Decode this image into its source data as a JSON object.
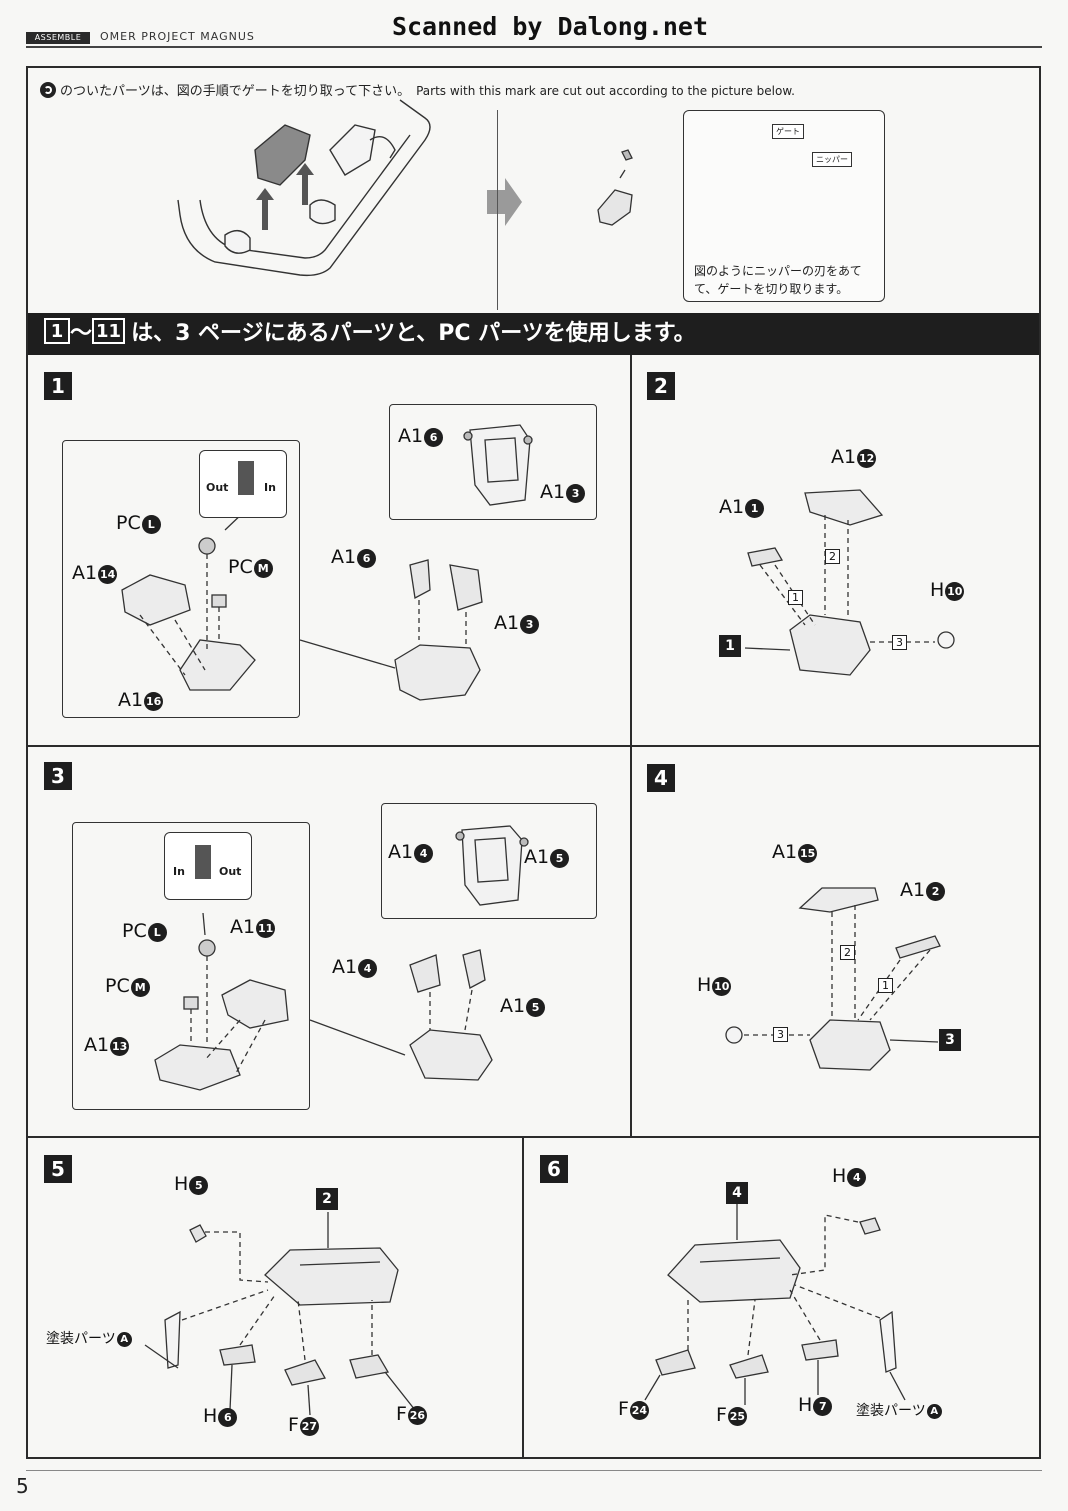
{
  "header": {
    "tag": "ASSEMBLE",
    "title": "OMER PROJECT MAGNUS",
    "scan": "Scanned by Dalong.net"
  },
  "intro": {
    "text_jp": "のついたパーツは、図の手順でゲートを切り取って下さい。",
    "text_en": "Parts with this mark are cut out according to the picture below.",
    "tip_label_gate": "ゲート",
    "tip_label_nipper": "ニッパー",
    "tip_text": "図のようにニッパーの刃をあてて、ゲートを切り取ります。"
  },
  "banner": {
    "from": "1",
    "tilde": "〜",
    "to": "11",
    "text": "は、3 ページにあるパーツと、PC パーツを使用します。"
  },
  "steps": [
    {
      "num": "1",
      "labels": {
        "pc_l": "PC",
        "pc_l_c": "L",
        "pc_m": "PC",
        "pc_m_c": "M",
        "a14": "A1",
        "a14_c": "14",
        "a16": "A1",
        "a16_c": "16",
        "a6": "A1",
        "a6_c": "6",
        "a3": "A1",
        "a3_c": "3",
        "a6b": "A1",
        "a6b_c": "6",
        "a3b": "A1",
        "a3b_c": "3",
        "out": "Out",
        "in": "In"
      }
    },
    {
      "num": "2",
      "labels": {
        "a12": "A1",
        "a12_c": "12",
        "a1": "A1",
        "a1_c": "1",
        "h10": "H",
        "h10_c": "10",
        "ref": "1",
        "s1": "1",
        "s2": "2",
        "s3": "3"
      }
    },
    {
      "num": "3",
      "labels": {
        "in": "In",
        "out": "Out",
        "pc_l": "PC",
        "pc_l_c": "L",
        "pc_m": "PC",
        "pc_m_c": "M",
        "a11": "A1",
        "a11_c": "11",
        "a13": "A1",
        "a13_c": "13",
        "a4": "A1",
        "a4_c": "4",
        "a5": "A1",
        "a5_c": "5",
        "a4b": "A1",
        "a4b_c": "4",
        "a5b": "A1",
        "a5b_c": "5"
      }
    },
    {
      "num": "4",
      "labels": {
        "a15": "A1",
        "a15_c": "15",
        "a2": "A1",
        "a2_c": "2",
        "h10": "H",
        "h10_c": "10",
        "ref": "3",
        "s1": "1",
        "s2": "2",
        "s3": "3"
      }
    },
    {
      "num": "5",
      "labels": {
        "h5": "H",
        "h5_c": "5",
        "paint": "塗装パーツ",
        "paint_c": "A",
        "h6": "H",
        "h6_c": "6",
        "f27": "F",
        "f27_c": "27",
        "f26": "F",
        "f26_c": "26",
        "ref": "2"
      }
    },
    {
      "num": "6",
      "labels": {
        "h4": "H",
        "h4_c": "4",
        "f24": "F",
        "f24_c": "24",
        "f25": "F",
        "f25_c": "25",
        "h7": "H",
        "h7_c": "7",
        "paint": "塗装パーツ",
        "paint_c": "A",
        "ref": "4"
      }
    }
  ],
  "page_number": "5"
}
